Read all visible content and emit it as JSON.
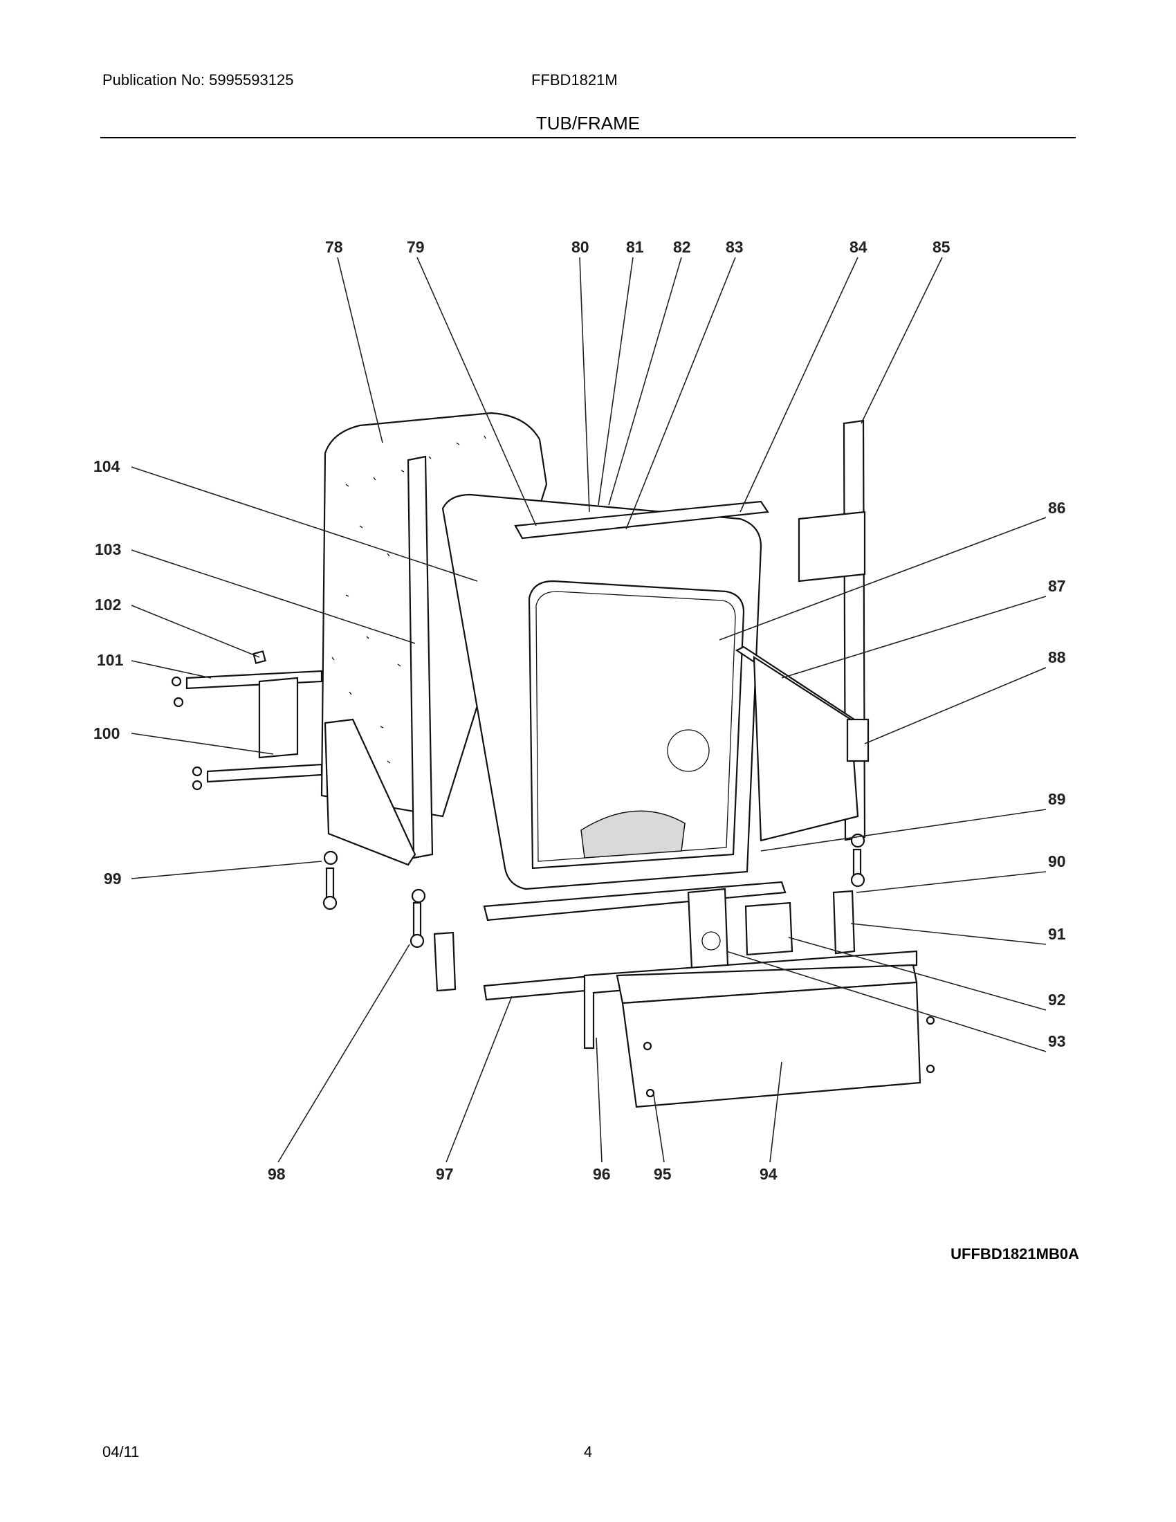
{
  "header": {
    "publication": "Publication No: 5995593125",
    "model": "FFBD1821M",
    "section_title": "TUB/FRAME"
  },
  "diagram": {
    "drawing_code": "UFFBD1821MB0A",
    "callouts": [
      "78",
      "79",
      "80",
      "81",
      "82",
      "83",
      "84",
      "85",
      "86",
      "87",
      "88",
      "89",
      "90",
      "91",
      "92",
      "93",
      "94",
      "95",
      "96",
      "97",
      "98",
      "99",
      "100",
      "101",
      "102",
      "103",
      "104"
    ]
  },
  "footer": {
    "date": "04/11",
    "page": "4"
  }
}
